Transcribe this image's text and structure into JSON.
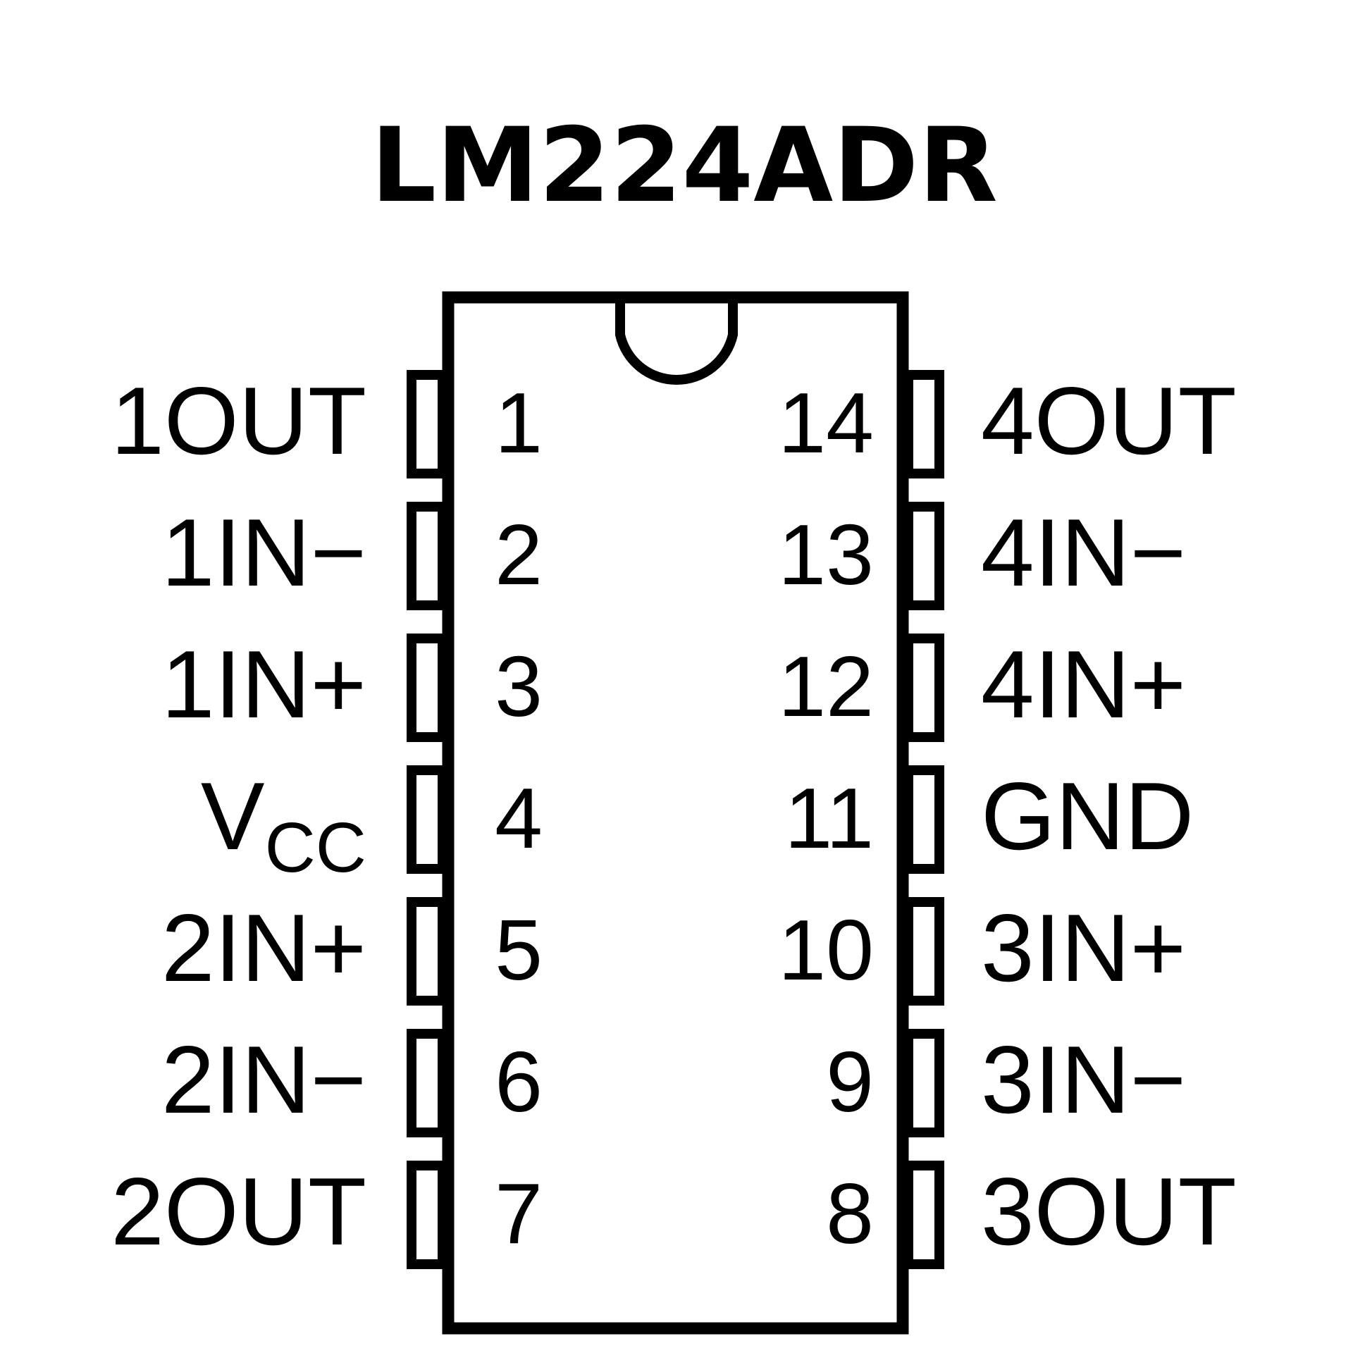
{
  "title": "LM224ADR",
  "left_pins": [
    {
      "number": "1",
      "label": "1OUT"
    },
    {
      "number": "2",
      "label": "1IN−"
    },
    {
      "number": "3",
      "label": "1IN+"
    },
    {
      "number": "4",
      "label": "V",
      "label_sub": "CC"
    },
    {
      "number": "5",
      "label": "2IN+"
    },
    {
      "number": "6",
      "label": "2IN−"
    },
    {
      "number": "7",
      "label": "2OUT"
    }
  ],
  "right_pins": [
    {
      "number": "14",
      "label": "4OUT"
    },
    {
      "number": "13",
      "label": "4IN−"
    },
    {
      "number": "12",
      "label": "4IN+"
    },
    {
      "number": "11",
      "label": "GND"
    },
    {
      "number": "10",
      "label": "3IN+"
    },
    {
      "number": "9",
      "label": "3IN−"
    },
    {
      "number": "8",
      "label": "3OUT"
    }
  ]
}
